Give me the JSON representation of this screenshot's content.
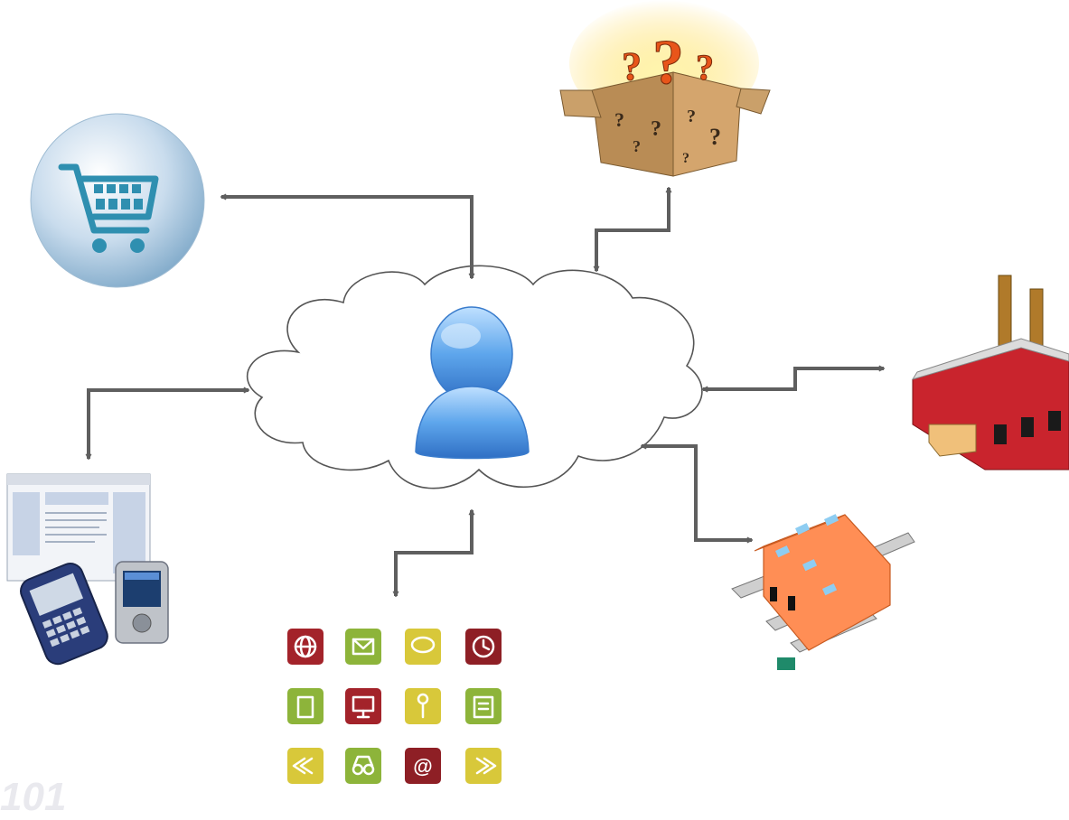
{
  "diagram": {
    "center": {
      "icon": "user-icon",
      "container": "cloud"
    },
    "nodes": [
      {
        "id": "shopping-cart",
        "icon": "shopping-cart-icon"
      },
      {
        "id": "mystery-box",
        "icon": "question-box-icon"
      },
      {
        "id": "factory",
        "icon": "factory-icon"
      },
      {
        "id": "warehouse",
        "icon": "warehouse-trucks-icon"
      },
      {
        "id": "app-icons",
        "icon": "app-icon-grid"
      },
      {
        "id": "devices",
        "icon": "web-and-mobile-devices-icon"
      }
    ],
    "connectors": "bidirectional arrows between cloud and each node",
    "colors": {
      "arrow": "#5f5f5f",
      "cloud_stroke": "#555555",
      "user": "#5ea6ec",
      "cart_circle": "#a9c7de",
      "cart": "#2f8fb0",
      "box": "#c89a62",
      "question": "#e8551a",
      "factory_red": "#c9242d",
      "warehouse": "#ff8e55"
    }
  },
  "watermarks": {
    "left": "101",
    "right": ""
  }
}
